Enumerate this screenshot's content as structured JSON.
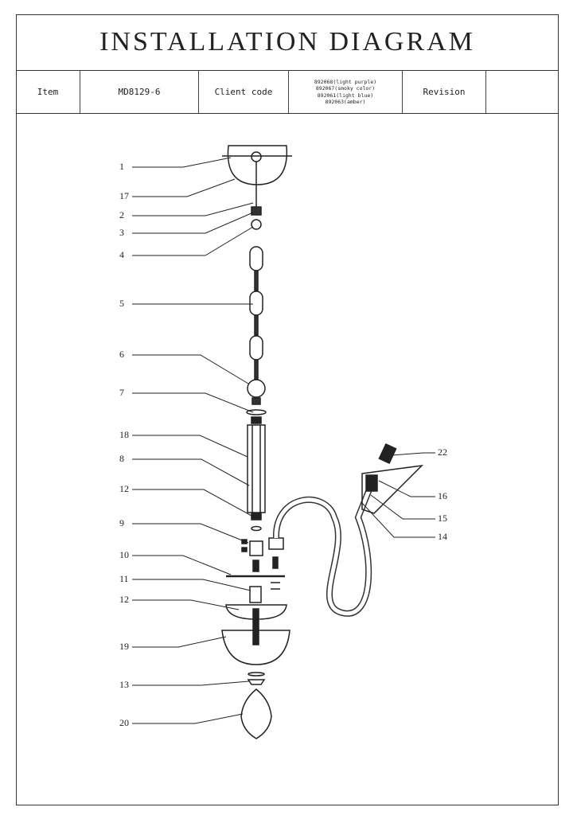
{
  "title": "INSTALLATION DIAGRAM",
  "header": {
    "item_label": "Item",
    "item_value": "MD8129-6",
    "client_code_label": "Client code",
    "client_codes": [
      "892068(light purple)",
      "892067(smoky color)",
      "892061(light blue)",
      "892063(amber)"
    ],
    "revision_label": "Revision",
    "revision_value": ""
  },
  "callouts_left": [
    "1",
    "17",
    "2",
    "3",
    "4",
    "5",
    "6",
    "7",
    "18",
    "8",
    "12",
    "9",
    "10",
    "11",
    "12",
    "19",
    "13",
    "20"
  ],
  "callouts_right": [
    "22",
    "16",
    "15",
    "14"
  ]
}
